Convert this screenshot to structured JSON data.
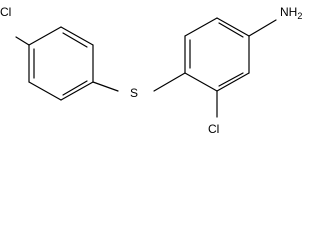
{
  "molecule": {
    "atoms": {
      "cl_left": "Cl",
      "sulfur": "S",
      "cl_bottom": "Cl",
      "amine_n": "N",
      "amine_h": "H",
      "amine_h_count": "2"
    },
    "colors": {
      "bond": "#000000",
      "label": "#000000",
      "background": "#ffffff"
    }
  }
}
